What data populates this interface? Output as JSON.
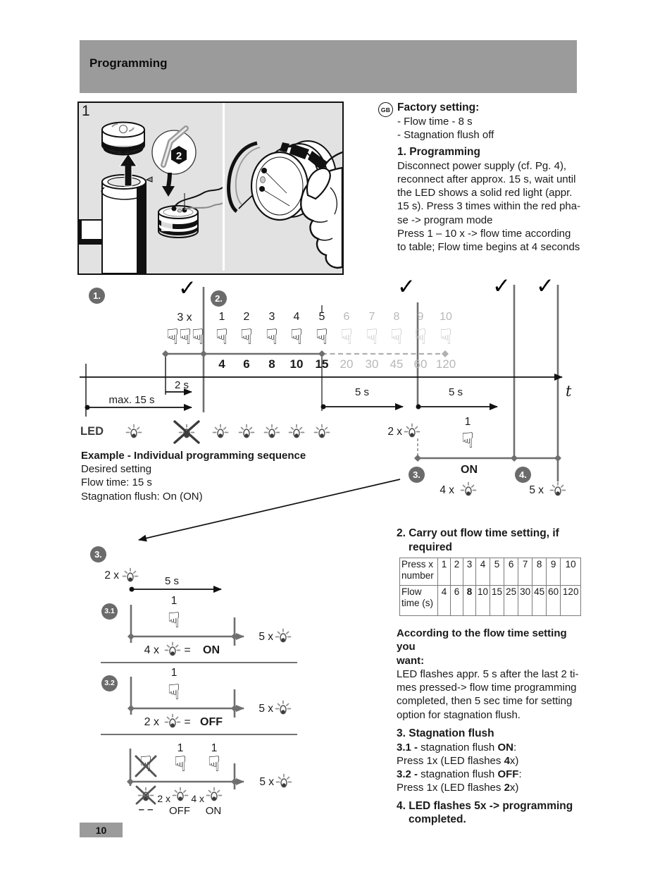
{
  "header": {
    "title": "Programming"
  },
  "panel": {
    "figure_label": "1",
    "step_badge": "2"
  },
  "intro": {
    "lang_badge": "GB",
    "factory_heading": "Factory setting:",
    "factory_lines": "- Flow time - 8 s\n- Stagnation flush off",
    "programming_heading": "1. Programming",
    "programming_body": "Disconnect power supply (cf. Pg. 4),\nreconnect after approx. 15 s, wait until\nthe LED shows a solid red light (appr.\n15 s). Press 3 times within the red pha-\nse -> program mode\nPress 1 – 10 x -> flow time according\nto table; Flow time begins at 4 seconds"
  },
  "icons": {
    "press_hand": "☟",
    "checkmark": "✓"
  },
  "timeline": {
    "badge_1": "1.",
    "badge_2": "2.",
    "badge_3": "3.",
    "badge_4": "4.",
    "press_3x": "3 x",
    "press_numbers": [
      "1",
      "2",
      "3",
      "4",
      "5"
    ],
    "press_numbers_gray": [
      "6",
      "7",
      "8",
      "9",
      "10"
    ],
    "flow_values": [
      "4",
      "6",
      "8",
      "10",
      "15"
    ],
    "flow_values_gray": [
      "20",
      "30",
      "45",
      "60",
      "120"
    ],
    "label_2s": "2 s",
    "label_max15s": "max. 15 s",
    "label_5s_a": "5 s",
    "label_5s_b": "5 s",
    "axis_label": "t",
    "led_label": "LED",
    "label_2x": "2 x",
    "label_1": "1",
    "label_on": "ON",
    "label_4x": "4 x",
    "label_5x": "5 x"
  },
  "example": {
    "heading": "Example - Individual programming sequence",
    "lines": "Desired setting\nFlow time: 15 s\nStagnation flush: On (ON)"
  },
  "sequence": {
    "badge_3": "3.",
    "badge_31": "3.1",
    "badge_32": "3.2",
    "label_2x": "2 x",
    "label_5s": "5 s",
    "label_1a": "1",
    "label_5x_a": "5 x",
    "result_31": {
      "count": "4 x",
      "equals": "=",
      "state": "ON"
    },
    "label_1b": "1",
    "label_5x_b": "5 x",
    "result_32": {
      "count": "2 x",
      "equals": "=",
      "state": "OFF"
    },
    "third": {
      "label_1a": "1",
      "label_1b": "1",
      "label_5x": "5 x",
      "label_2x": "2 x",
      "label_4x": "4 x",
      "dashes": "– –",
      "label_off": "OFF",
      "label_on": "ON"
    }
  },
  "flow_table": {
    "heading_line1": "2. Carry out flow time setting, if",
    "heading_line2": "required",
    "row1_label": "Press x\nnumber",
    "row2_label": "Flow\ntime (s)",
    "press": [
      "1",
      "2",
      "3",
      "4",
      "5",
      "6",
      "7",
      "8",
      "9",
      "10"
    ],
    "times": [
      "4",
      "6",
      "8",
      "10",
      "15",
      "25",
      "30",
      "45",
      "60",
      "120"
    ]
  },
  "notes": {
    "according_heading": "According to the flow time setting you\nwant:",
    "according_body": "LED flashes appr. 5 s after the last 2 ti-\nmes pressed-> flow time programming\ncompleted, then 5 sec time for setting\noption for stagnation flush.",
    "stagnation_heading": "3. Stagnation flush",
    "s31": {
      "prefix": "3.1 -",
      "mid": " stagnation flush ",
      "state": "ON",
      "suffix": ":"
    },
    "s31_press": {
      "pre": "Press 1x (LED flashes ",
      "count": "4",
      "post": "x)"
    },
    "s32": {
      "prefix": "3.2 -",
      "mid": " stagnation flush ",
      "state": "OFF",
      "suffix": ":"
    },
    "s32_press": {
      "pre": "Press 1x (LED flashes ",
      "count": "2",
      "post": "x)"
    },
    "final_line1": "4. LED flashes 5x -> programming",
    "final_line2": "completed."
  },
  "footer": {
    "page_number": "10"
  }
}
